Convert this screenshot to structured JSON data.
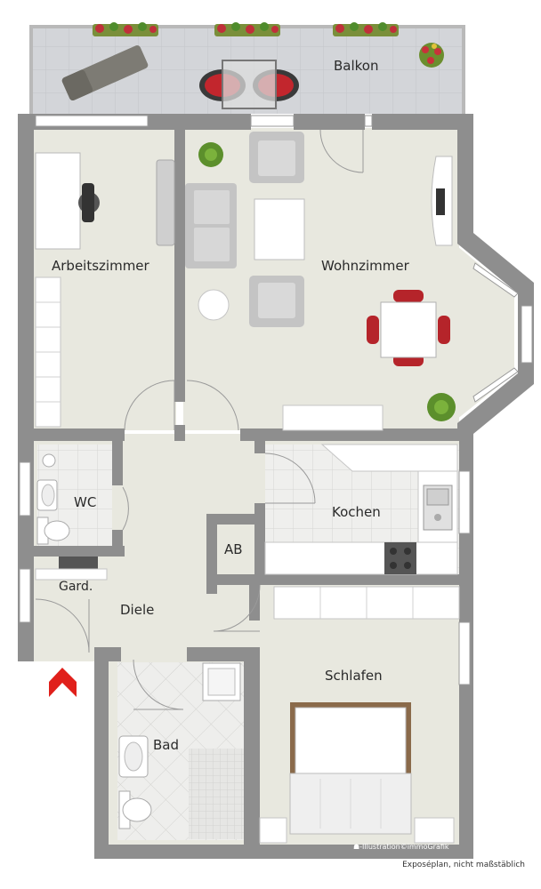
{
  "rooms": {
    "balkon": "Balkon",
    "arbeitszimmer": "Arbeitszimmer",
    "wohnzimmer": "Wohnzimmer",
    "wc": "WC",
    "kochen": "Kochen",
    "ab": "AB",
    "gard": "Gard.",
    "diele": "Diele",
    "schlafen": "Schlafen",
    "bad": "Bad"
  },
  "credit": "☗-Illustration©immoGrafik",
  "footer": "Exposéplan, nicht maßstäblich",
  "colors": {
    "wall": "#8e8e8e",
    "floor": "#e8e8df",
    "tile": "#ededeb",
    "balcony_tile": "#d4d6d9",
    "entrance_arrow": "#e0201b"
  }
}
